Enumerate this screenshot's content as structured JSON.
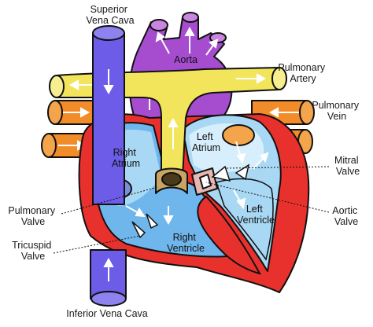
{
  "labels": {
    "superior_vena_cava": [
      "Superior",
      "Vena Cava"
    ],
    "aorta": "Aorta",
    "pulmonary_artery": [
      "Pulmonary",
      "Artery"
    ],
    "pulmonary_vein": [
      "Pulmonary",
      "Vein"
    ],
    "right_atrium": [
      "Right",
      "Atrium"
    ],
    "left_atrium": [
      "Left",
      "Atrium"
    ],
    "mitral_valve": [
      "Mitral",
      "Valve"
    ],
    "pulmonary_valve": [
      "Pulmonary",
      "Valve"
    ],
    "aortic_valve": [
      "Aortic",
      "Valve"
    ],
    "left_ventricle": [
      "Left",
      "Ventricle"
    ],
    "tricuspid_valve": [
      "Tricuspid",
      "Valve"
    ],
    "right_ventricle": [
      "Right",
      "Ventricle"
    ],
    "inferior_vena_cava": "Inferior Vena Cava"
  },
  "colors": {
    "vena_cava": "#6c5ce7",
    "aorta": "#a64ccf",
    "pulmonary_artery": "#f2e55c",
    "pulmonary_vein": "#f28c28",
    "right_side_blood": "#6fb6ec",
    "right_chamber": "#a9d8f5",
    "heart_wall": "#e8312c",
    "left_chamber_edge": "#c3e2f7",
    "valve": "#c9a463",
    "outline": "#111111"
  }
}
